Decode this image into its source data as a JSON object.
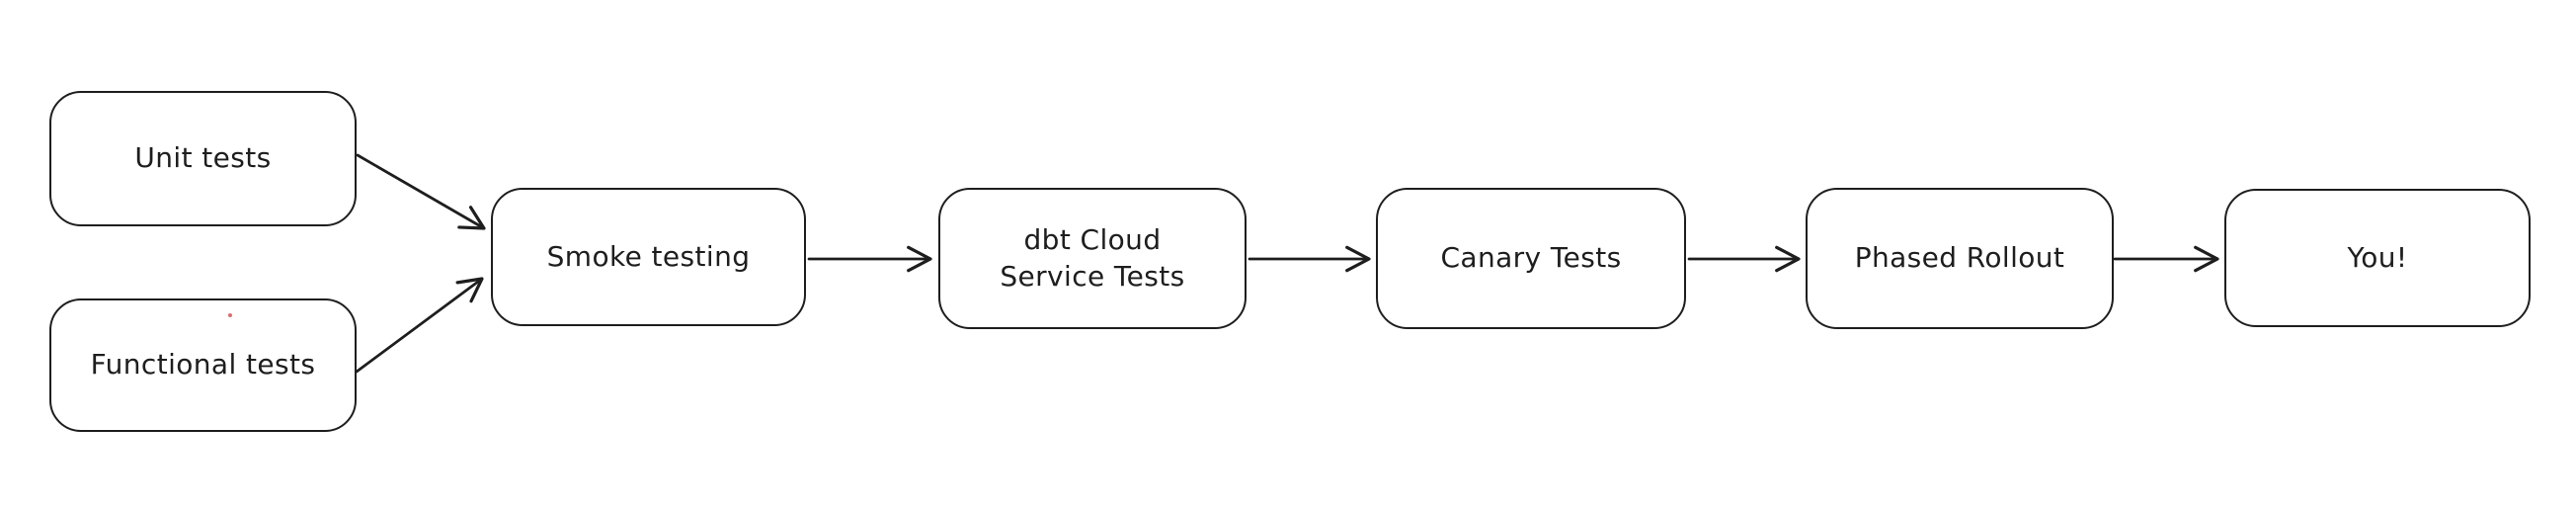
{
  "colors": {
    "background": "#ffffff",
    "stroke": "#1e1e1e",
    "text": "#1e1e1e",
    "stray_dot": "#e06c6c"
  },
  "nodes": [
    {
      "id": "unit-tests",
      "label": "Unit tests"
    },
    {
      "id": "functional-tests",
      "label": "Functional tests"
    },
    {
      "id": "smoke-testing",
      "label": "Smoke testing"
    },
    {
      "id": "dbt-cloud-service-tests",
      "label": "dbt Cloud Service Tests",
      "line1": "dbt Cloud",
      "line2": "Service Tests"
    },
    {
      "id": "canary-tests",
      "label": "Canary Tests"
    },
    {
      "id": "phased-rollout",
      "label": "Phased Rollout"
    },
    {
      "id": "you",
      "label": "You!"
    }
  ],
  "edges": [
    {
      "from": "unit-tests",
      "to": "smoke-testing"
    },
    {
      "from": "functional-tests",
      "to": "smoke-testing"
    },
    {
      "from": "smoke-testing",
      "to": "dbt-cloud-service-tests"
    },
    {
      "from": "dbt-cloud-service-tests",
      "to": "canary-tests"
    },
    {
      "from": "canary-tests",
      "to": "phased-rollout"
    },
    {
      "from": "phased-rollout",
      "to": "you"
    }
  ]
}
